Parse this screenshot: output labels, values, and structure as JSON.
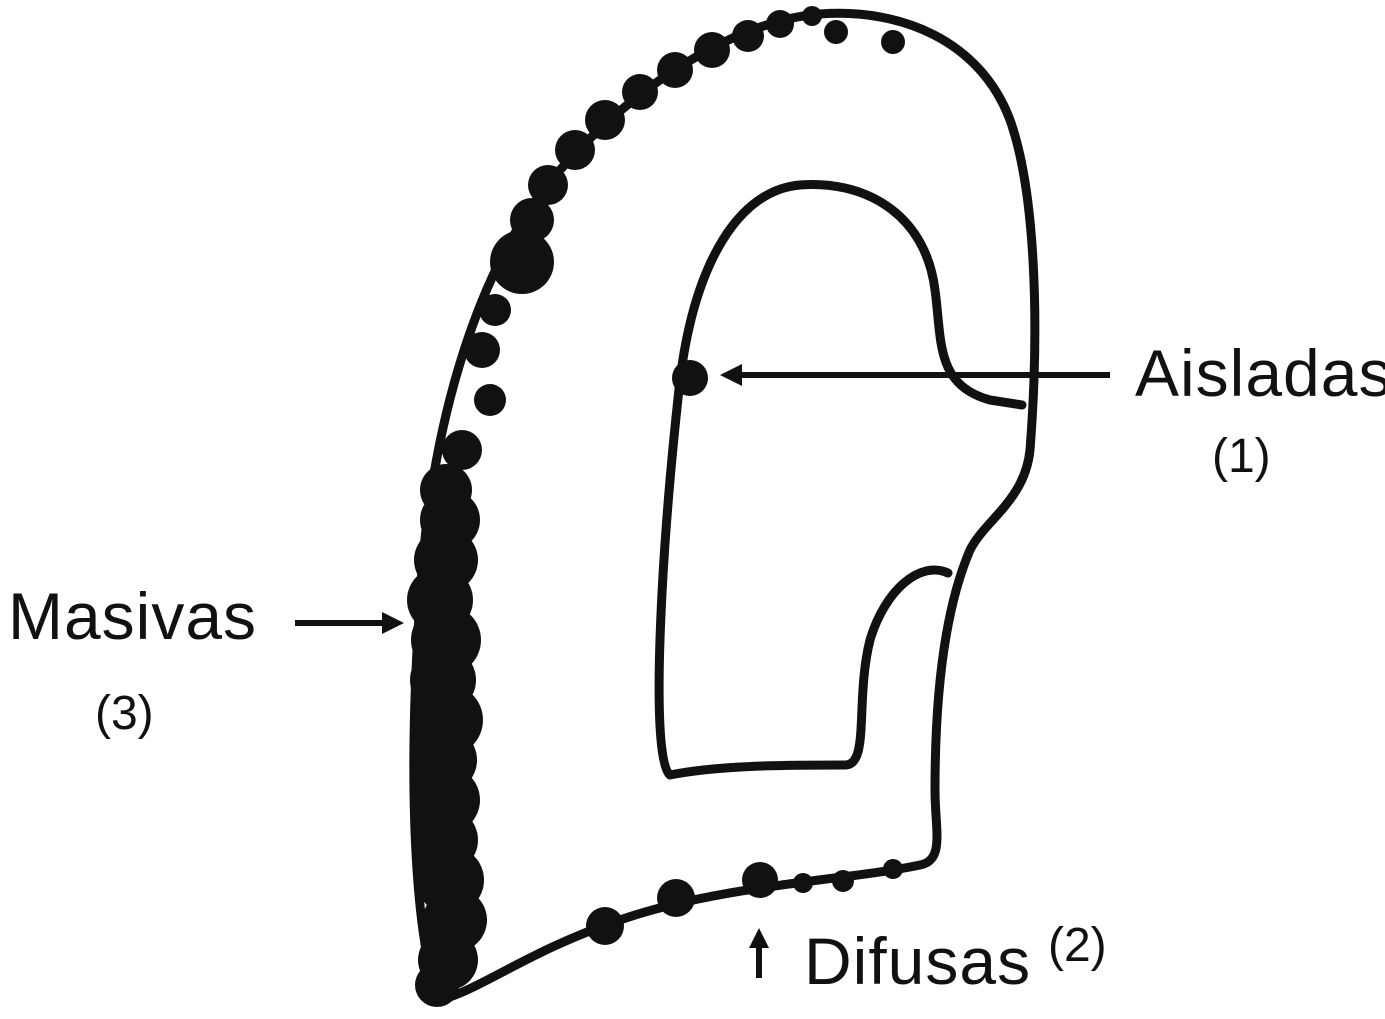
{
  "labels": {
    "aisladas": "Aisladas",
    "aisladas_num": "(1)",
    "masivas": "Masivas",
    "masivas_num": "(3)",
    "difusas": "Difusas",
    "difusas_num": "(2)"
  },
  "colors": {
    "ink": "#111111",
    "background": "#ffffff"
  }
}
